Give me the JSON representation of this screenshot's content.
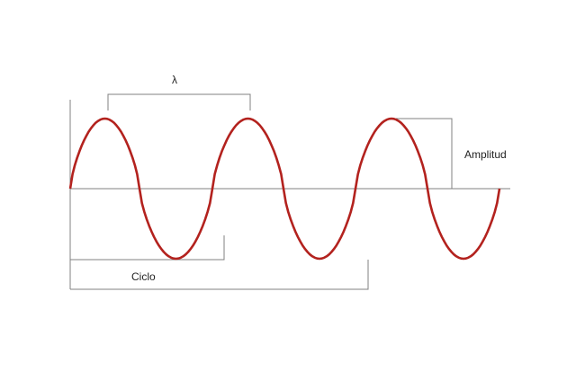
{
  "diagram": {
    "title": "Wave anatomy",
    "labels": {
      "wavelength": "λ",
      "amplitude": "Amplitud",
      "cycle": "Ciclo"
    },
    "wave": {
      "cycles": 3,
      "color": "#b3221e"
    },
    "line_color": "#808080"
  }
}
